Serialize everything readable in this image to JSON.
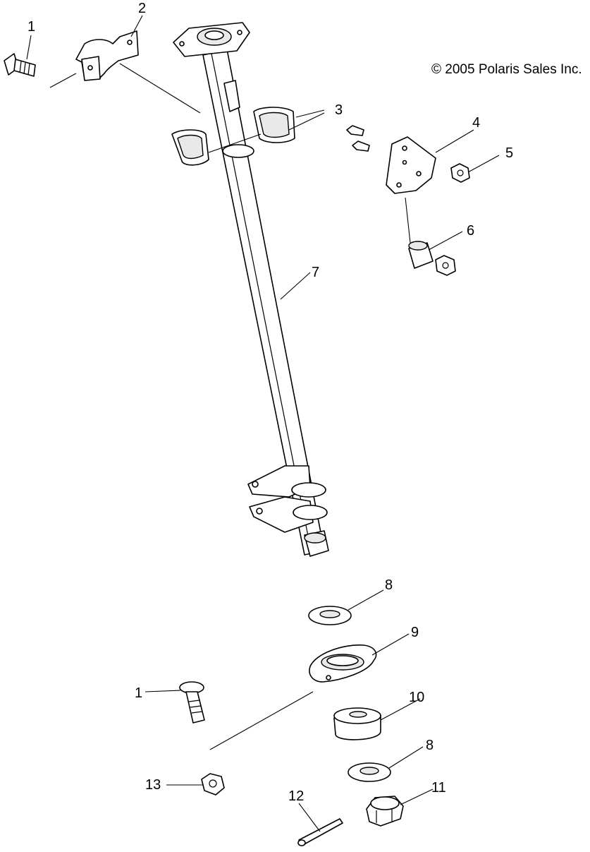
{
  "copyright": "© 2005 Polaris Sales Inc.",
  "callouts": {
    "c1a": "1",
    "c2": "2",
    "c3": "3",
    "c4": "4",
    "c5": "5",
    "c6": "6",
    "c7": "7",
    "c8a": "8",
    "c9": "9",
    "c1b": "1",
    "c10": "10",
    "c8b": "8",
    "c13": "13",
    "c11": "11",
    "c12": "12"
  }
}
